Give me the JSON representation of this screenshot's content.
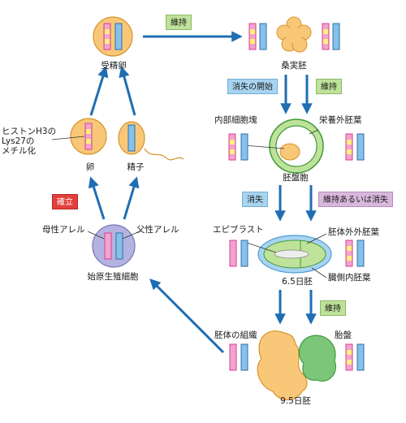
{
  "labels": {
    "fertilized_egg": "受精卵",
    "morula": "桑実胚",
    "egg": "卵",
    "sperm": "精子",
    "histone_note": "ヒストンH3の\nLys27の\nメチル化",
    "inner_cell_mass": "内部細胞塊",
    "trophectoderm": "栄養外胚葉",
    "blastocyst": "胚盤胞",
    "maternal_allele": "母性アレル",
    "paternal_allele": "父性アレル",
    "epiblast": "エピブラスト",
    "extraembryonic_ectoderm": "胚体外外胚葉",
    "visceral_endoderm": "臓側内胚葉",
    "e65": "6.5日胚",
    "pgc": "始原生殖細胞",
    "embryonic_tissue": "胚体の組織",
    "placenta": "胎盤",
    "e95": "9.5日胚"
  },
  "tags": {
    "maintain_1": "維持",
    "start_loss": "消失の開始",
    "maintain_2": "維持",
    "loss": "消失",
    "maintain_or_loss": "維持あるいは消失",
    "establish": "確立",
    "maintain_3": "維持"
  },
  "colors": {
    "maternal_chromosome": "#f2a3cf",
    "paternal_chromosome": "#86c1ea",
    "methylation_mark": "#fff27a",
    "cell_fill": "#f8c878",
    "pgc_fill": "#b4b2e0",
    "arrow": "#1f6eb3"
  }
}
